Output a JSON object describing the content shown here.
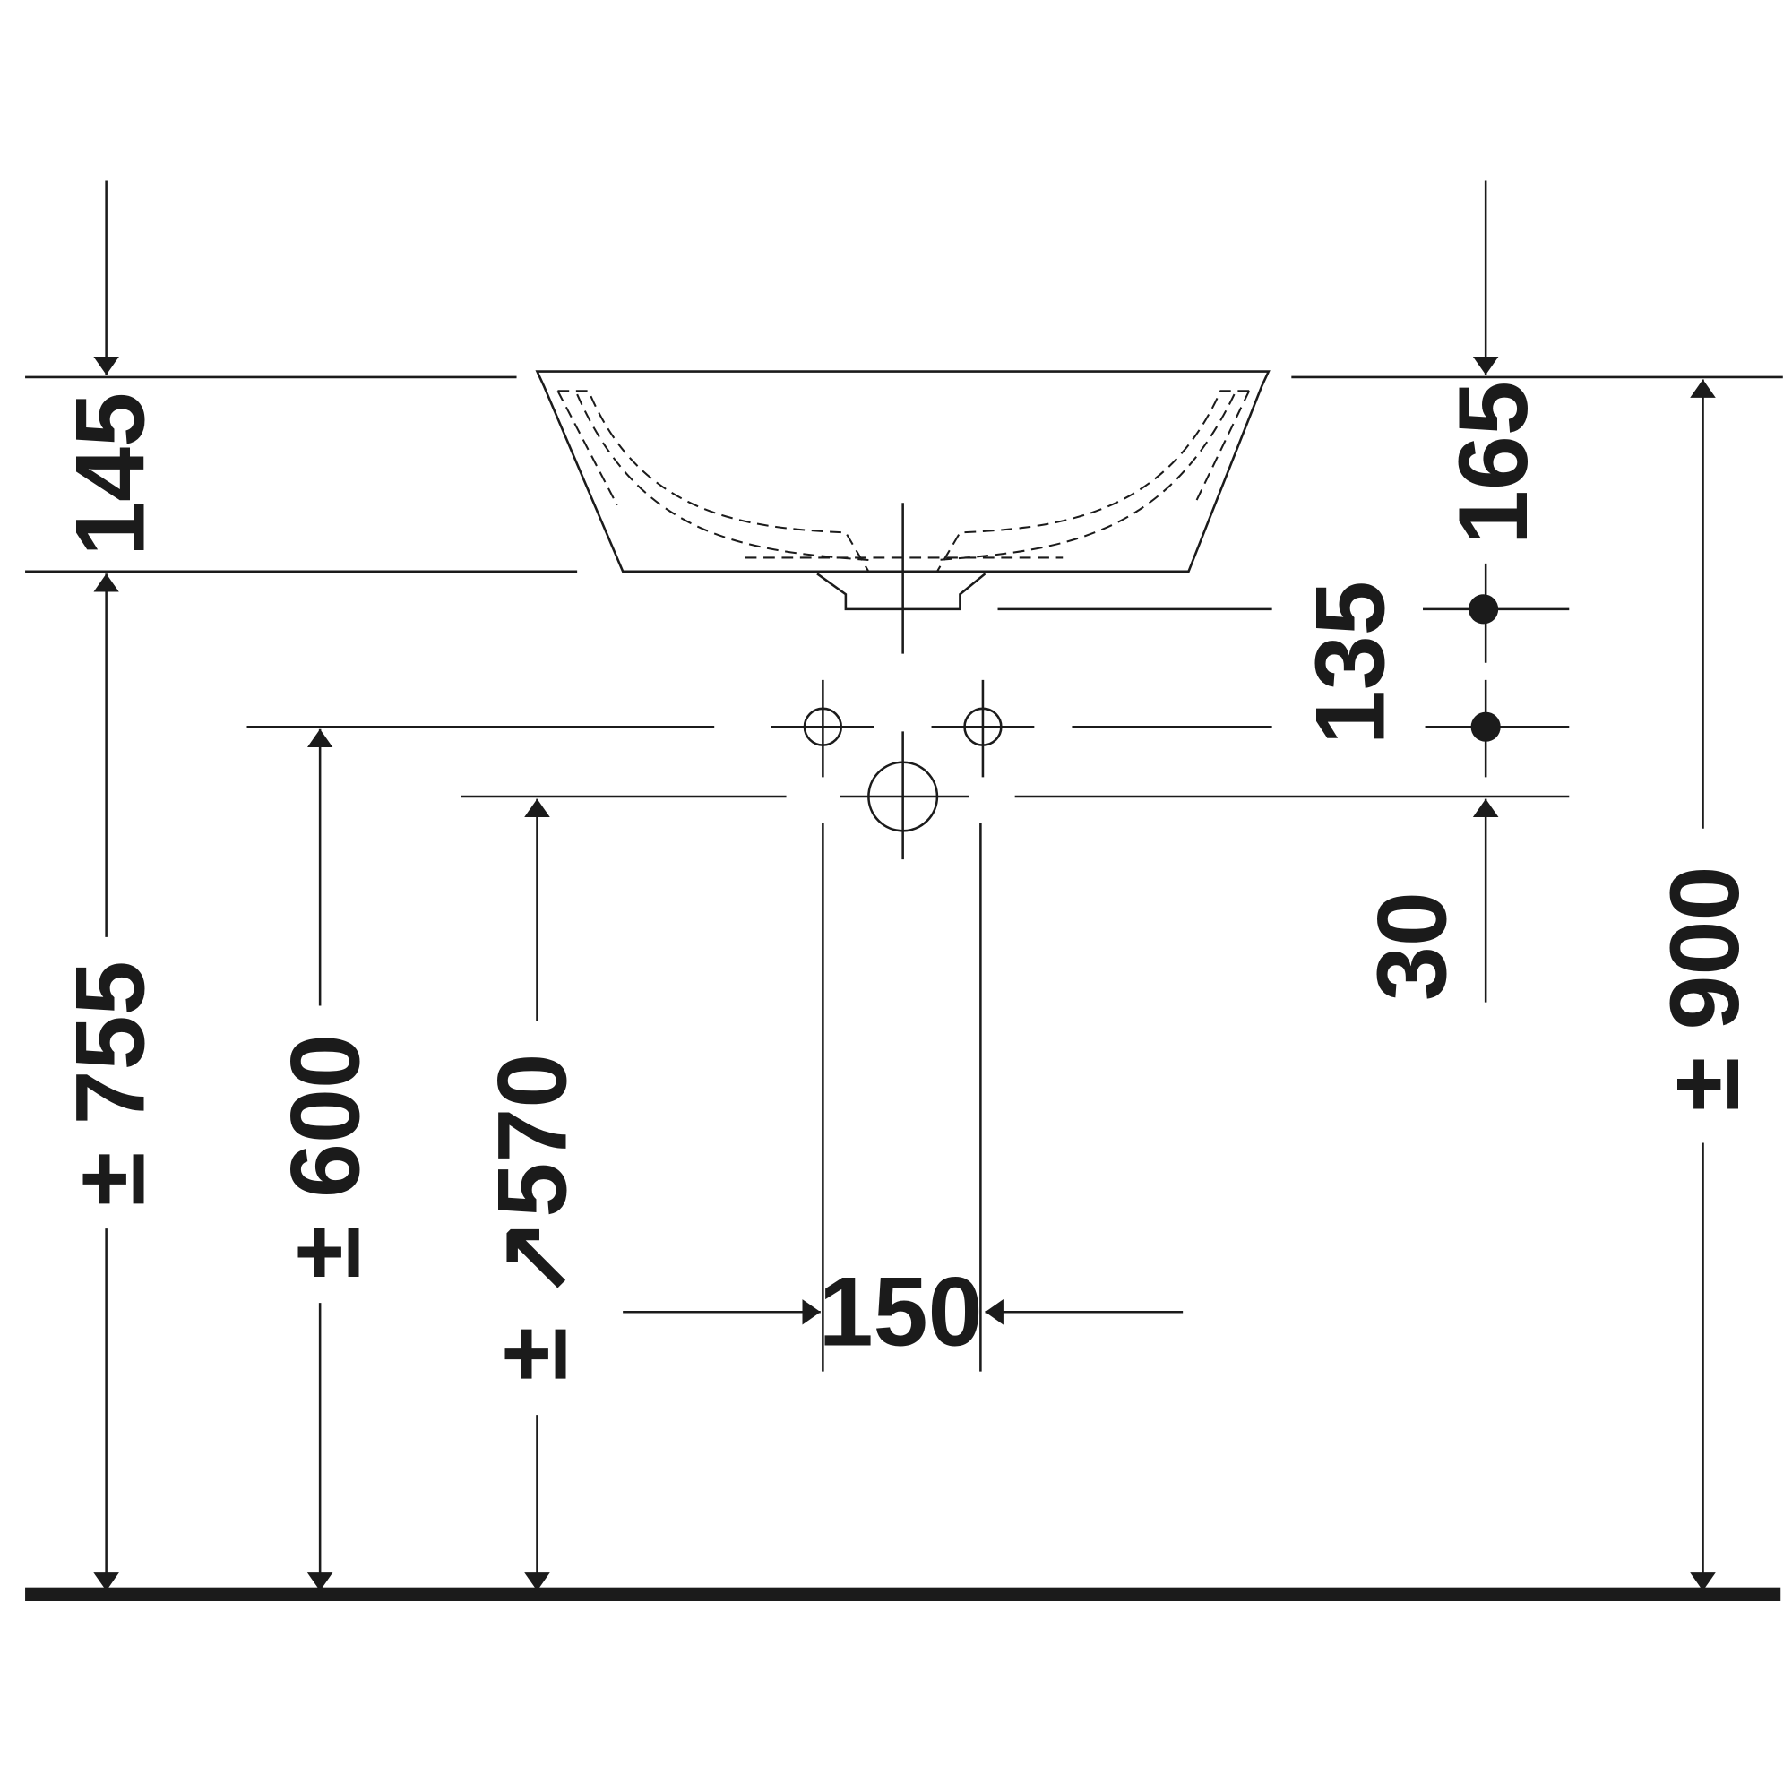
{
  "dimensions": {
    "basin_height": "145",
    "total_height": "165",
    "tap_offset": "135",
    "waste_offset": "30",
    "floor_to_underside": "± 755",
    "floor_to_tap": "± 600",
    "floor_to_waste": "± ↗570",
    "floor_to_rim": "± 900",
    "tap_spacing": "150"
  }
}
